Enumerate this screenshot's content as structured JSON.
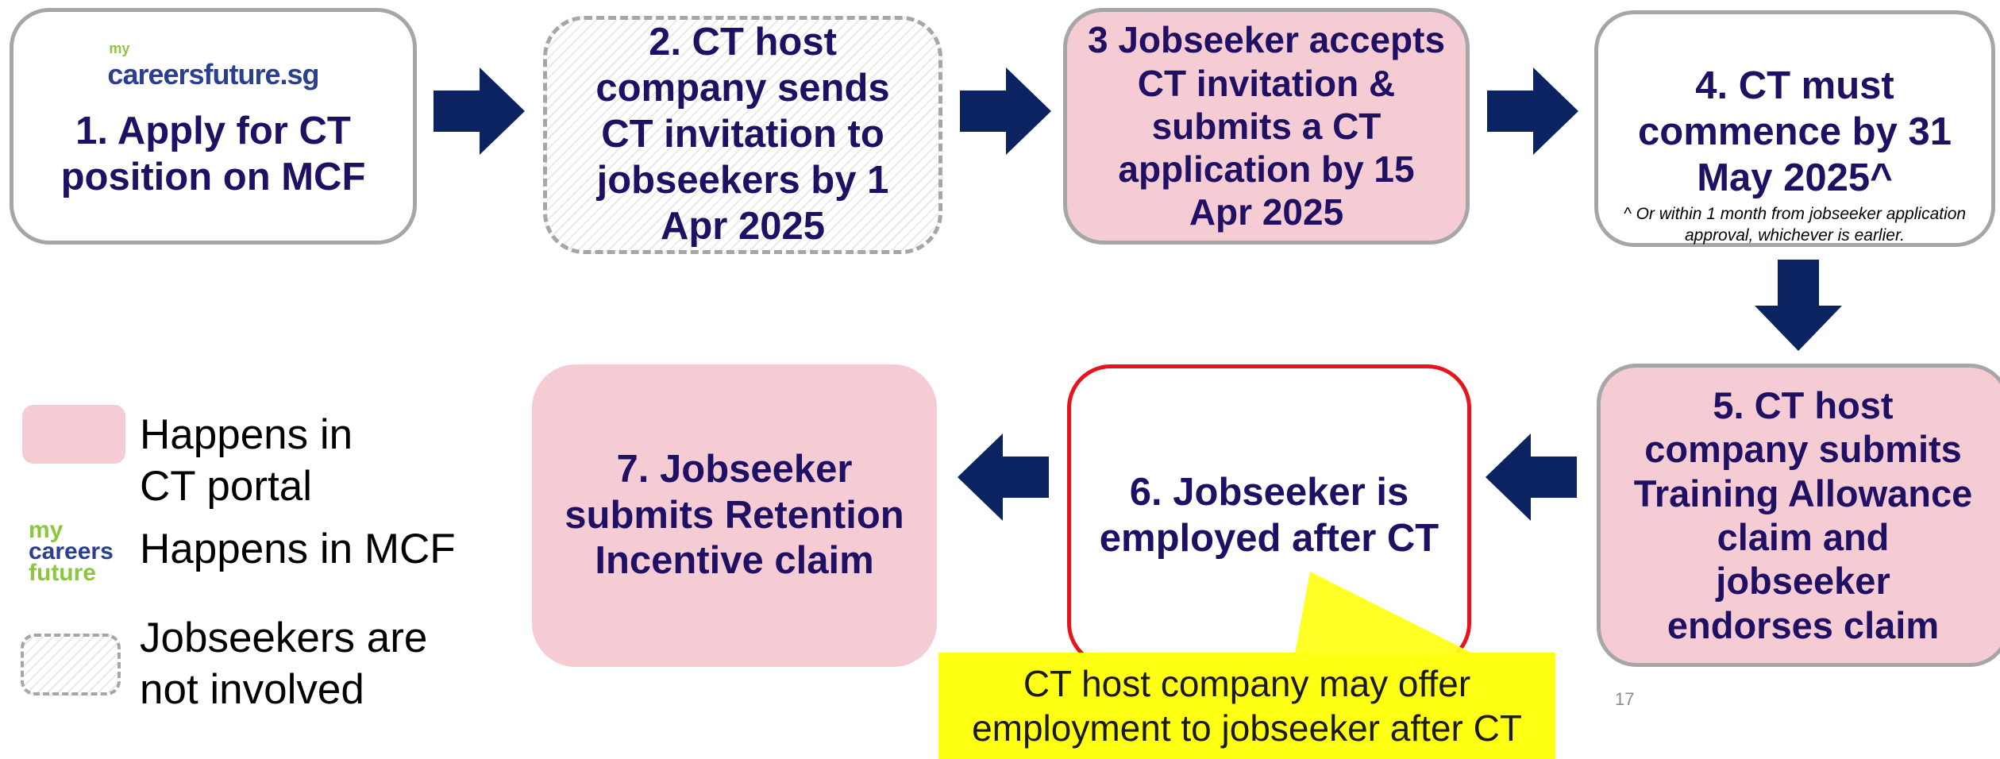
{
  "steps": {
    "step1": {
      "logo_small": "my",
      "logo": "careersfuture.sg",
      "label": "1. Apply for CT position on MCF"
    },
    "step2": {
      "label": "2. CT host company sends CT invitation to jobseekers by 1 Apr 2025"
    },
    "step3": {
      "label": "3 Jobseeker accepts CT invitation & submits a CT application by 15 Apr 2025"
    },
    "step4": {
      "label": "4. CT must commence by 31 May 2025^",
      "note": "^ Or within 1 month from jobseeker application approval, whichever is earlier."
    },
    "step5": {
      "label": "5. CT host company submits Training Allowance claim and jobseeker endorses claim"
    },
    "step6": {
      "label": "6. Jobseeker is employed after CT"
    },
    "step7": {
      "label": "7. Jobseeker submits Retention Incentive claim"
    }
  },
  "callout": {
    "text": "CT host company may offer employment to jobseeker after CT"
  },
  "legend": {
    "pink_label": "Happens in CT portal",
    "mcf_logo": [
      "my",
      "careers",
      "future"
    ],
    "mcf_label": "Happens in MCF",
    "dashed_label": "Jobseekers are not involved"
  },
  "page_number": "17",
  "colors": {
    "arrow": "#0b2361",
    "pink": "#f5ccd3",
    "text": "#1f1063",
    "red_border": "#e8141c",
    "callout": "#ffff14",
    "logo_blue": "#2b3f91",
    "logo_green": "#8cc63f"
  }
}
